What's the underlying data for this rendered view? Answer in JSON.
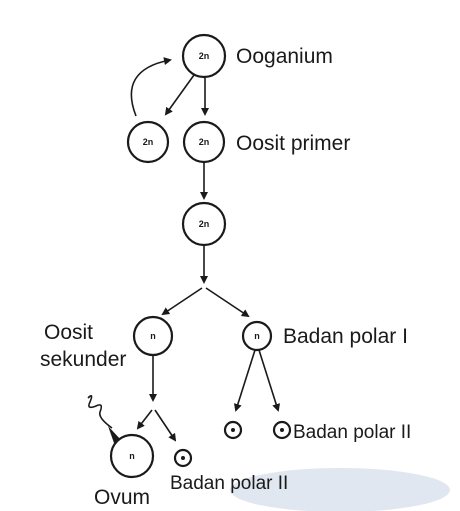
{
  "labels": {
    "ooganium": "Ooganium",
    "oosit_primer": "Oosit primer",
    "oosit_sekunder_line1": "Oosit",
    "oosit_sekunder_line2": "sekunder",
    "badan_polar_1": "Badan polar I",
    "badan_polar_2_right": "Badan polar II",
    "badan_polar_2_bottom": "Badan polar II",
    "ovum": "Ovum"
  },
  "cells": {
    "diploid": "2n",
    "haploid": "n"
  }
}
